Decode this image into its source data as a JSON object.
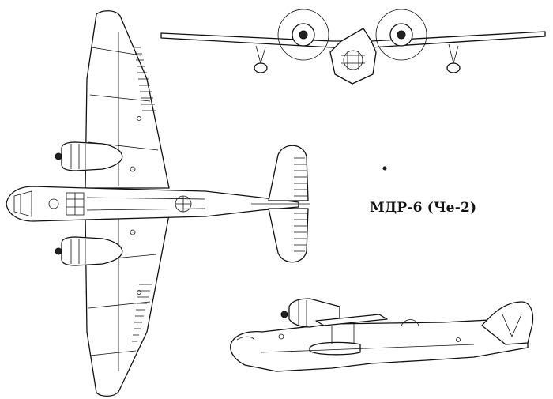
{
  "caption": {
    "title": "МДР-6 (Че-2)"
  },
  "views": [
    "top-view",
    "front-view",
    "side-view"
  ],
  "colors": {
    "ink": "#111111",
    "paper": "#ffffff"
  }
}
